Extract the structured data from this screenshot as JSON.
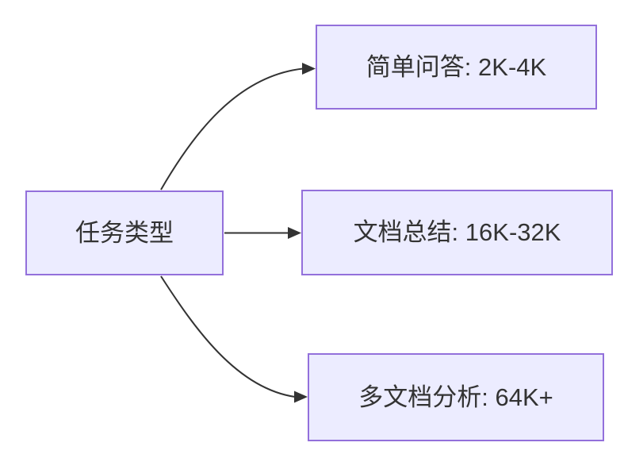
{
  "diagram": {
    "kind": "flowchart",
    "direction": "left-to-right",
    "nodes": {
      "root": {
        "label": "任务类型"
      },
      "branch_top": {
        "label": "简单问答: 2K-4K"
      },
      "branch_middle": {
        "label": "文档总结: 16K-32K"
      },
      "branch_bottom": {
        "label": "多文档分析: 64K+"
      }
    },
    "edges": [
      {
        "from": "任务类型",
        "to": "简单问答: 2K-4K",
        "style": "curved",
        "arrow": "point"
      },
      {
        "from": "任务类型",
        "to": "文档总结: 16K-32K",
        "style": "straight",
        "arrow": "point"
      },
      {
        "from": "任务类型",
        "to": "多文档分析: 64K+",
        "style": "curved",
        "arrow": "point"
      }
    ],
    "colors": {
      "node_fill": "#ECECFF",
      "node_border": "#9370DB",
      "edge_stroke": "#333333",
      "text": "#333333",
      "background": "#FFFFFF"
    }
  }
}
